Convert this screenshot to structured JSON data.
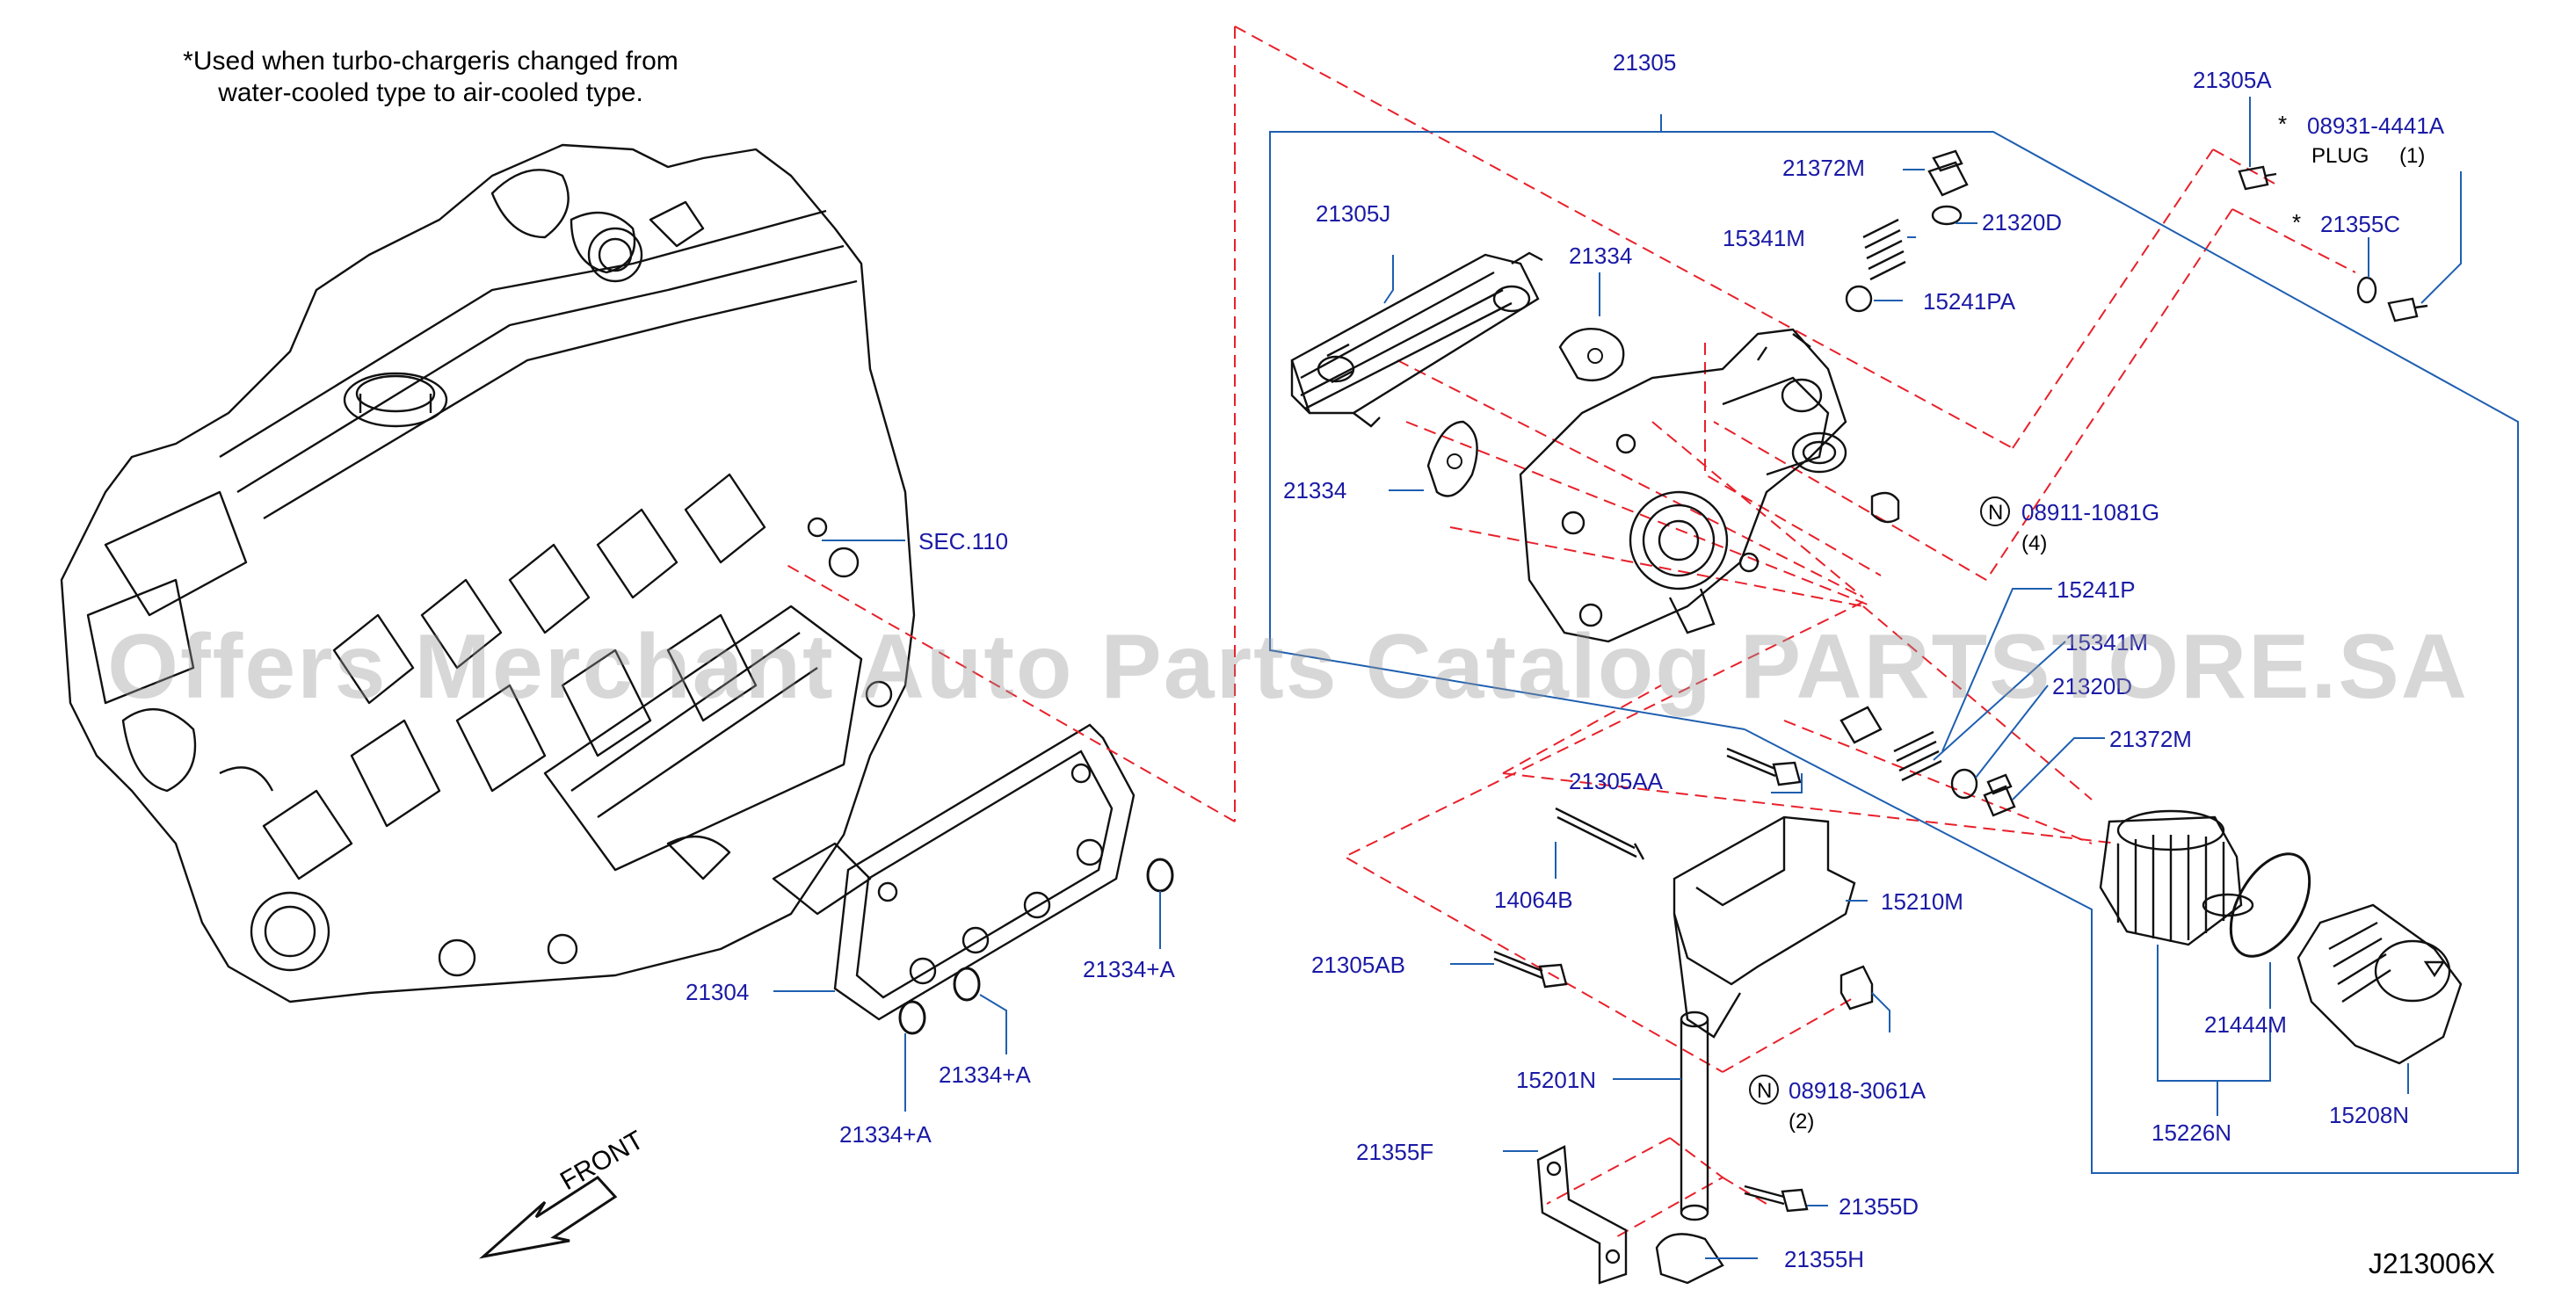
{
  "note": {
    "line1": "*Used  when  turbo-chargeris  changed  from",
    "line2": "water-cooled  type  to  air-cooled  type."
  },
  "diagram_code": "J213006X",
  "watermark": "Offers Merchant Auto Parts Catalog PARTSTORE.SA",
  "front_label": "FRONT",
  "colors": {
    "part_label": "#1a1aa6",
    "callout_line": "#1e5fb0",
    "dashed": "#e8202a",
    "drawing": "#111111"
  },
  "parts": [
    {
      "id": "p21305",
      "label": "21305"
    },
    {
      "id": "p21305A",
      "label": "21305A"
    },
    {
      "id": "p08931",
      "label": "08931-4441A"
    },
    {
      "id": "p21355C",
      "label": "21355C"
    },
    {
      "id": "p21372M_top",
      "label": "21372M"
    },
    {
      "id": "p21320D",
      "label": "21320D"
    },
    {
      "id": "p15341M",
      "label": "15341M"
    },
    {
      "id": "p15241PA",
      "label": "15241PA"
    },
    {
      "id": "p21305J",
      "label": "21305J"
    },
    {
      "id": "p21334_a",
      "label": "21334"
    },
    {
      "id": "p21334_b",
      "label": "21334"
    },
    {
      "id": "p08911",
      "label": "08911-1081G"
    },
    {
      "id": "pSEC110",
      "label": "SEC.110"
    },
    {
      "id": "p15241P",
      "label": "15241P"
    },
    {
      "id": "p15341M_2",
      "label": "15341M"
    },
    {
      "id": "p21320D_2",
      "label": "21320D"
    },
    {
      "id": "p21372M_2",
      "label": "21372M"
    },
    {
      "id": "p21305AA",
      "label": "21305AA"
    },
    {
      "id": "p14064B",
      "label": "14064B"
    },
    {
      "id": "p15210M",
      "label": "15210M"
    },
    {
      "id": "p21305AB",
      "label": "21305AB"
    },
    {
      "id": "p21304",
      "label": "21304"
    },
    {
      "id": "p21334A_1",
      "label": "21334+A"
    },
    {
      "id": "p21334A_2",
      "label": "21334+A"
    },
    {
      "id": "p21334A_3",
      "label": "21334+A"
    },
    {
      "id": "p08918",
      "label": "08918-3061A"
    },
    {
      "id": "p21444M",
      "label": "21444M"
    },
    {
      "id": "p15226N",
      "label": "15226N"
    },
    {
      "id": "p15208N",
      "label": "15208N"
    },
    {
      "id": "p15201N",
      "label": "15201N"
    },
    {
      "id": "p21355F",
      "label": "21355F"
    },
    {
      "id": "p21355D",
      "label": "21355D"
    },
    {
      "id": "p21355H",
      "label": "21355H"
    }
  ],
  "sub_labels": {
    "plug": "PLUG",
    "plug_qty": "(1)",
    "nut_qty_4": "(4)",
    "nut_qty_2": "(2)",
    "asterisk_1": "*",
    "asterisk_2": "*",
    "n_badge_1": "N",
    "n_badge_2": "N"
  }
}
